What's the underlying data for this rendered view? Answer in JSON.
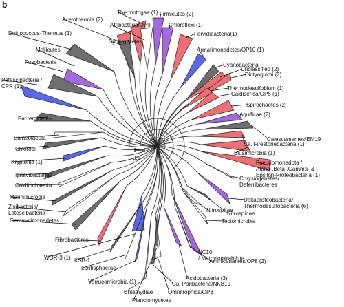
{
  "panel_label": "b",
  "scale_bar": "0.1",
  "colors": {
    "gray": "#6e6e6e",
    "red": "#ee6f74",
    "purple": "#a469df",
    "blue": "#5b68e6",
    "white": "#ffffff"
  },
  "clades": [
    {
      "label": "Thermotogae (1)",
      "color": "red"
    },
    {
      "label": "Firmicutes (2)",
      "color": "purple"
    },
    {
      "label": "Acetothermia (2)",
      "color": "red"
    },
    {
      "label": "Atribacteria/OP9",
      "color": "white"
    },
    {
      "label": "Chloroflexi (1)",
      "color": "purple"
    },
    {
      "label": "Deinococcus-Thermus (1)",
      "color": "gray"
    },
    {
      "label": "Synergistetes",
      "color": "gray"
    },
    {
      "label": "Fervidibacteria(1)",
      "color": "red"
    },
    {
      "label": "Mollicutes",
      "color": "purple"
    },
    {
      "label": "Armatimonadetes/OP10 (1)",
      "color": "blue"
    },
    {
      "label": "Fusobacteria",
      "color": "gray"
    },
    {
      "label": "Cyanobacteria",
      "color": "gray"
    },
    {
      "label": "Unclassified (2)",
      "color": "red"
    },
    {
      "label": "Dictyoglomi (2)",
      "color": "red"
    },
    {
      "label": "Patescibacteria /\nCPR (1)",
      "color": "blue"
    },
    {
      "label": "Thermodesulfobium (1)",
      "color": "red"
    },
    {
      "label": "Caldiserica/OP5 (1)",
      "color": "red"
    },
    {
      "label": "Spirochaetes (2)",
      "color": "red"
    },
    {
      "label": "Bacteroidetes",
      "color": "gray"
    },
    {
      "label": "Aquificae (2)",
      "color": "purple"
    },
    {
      "label": "Calescamantes/EM19",
      "color": "gray"
    },
    {
      "label": "Balneolaeota",
      "color": "white"
    },
    {
      "label": "Chlorobi",
      "color": "gray"
    },
    {
      "label": "Ca. Firestonebacteria (1)",
      "color": "red"
    },
    {
      "label": "Kryptonia (1)",
      "color": "blue"
    },
    {
      "label": "Elusimicrobia (1)",
      "color": "red"
    },
    {
      "label": "Pseudomonadota /\nAlpha-,Beta-,Gamma- &\nEpsilon-Proteobacteria (1)",
      "color": "red"
    },
    {
      "label": "Ignavibacteriae",
      "color": "gray"
    },
    {
      "label": "Calditrichaeota",
      "color": "white"
    },
    {
      "label": "Chrysiogenetes/\nDeferribacteres",
      "color": "white"
    },
    {
      "label": "Marinimicrobia",
      "color": "gray"
    },
    {
      "label": "Zixibacteria/\nLatescibacteria",
      "color": "white"
    },
    {
      "label": "Deltaproteobacteria/\nThermodesulfobacteria (6)",
      "color": "purple"
    },
    {
      "label": "Gemmatimonadetes",
      "color": "gray"
    },
    {
      "label": "Nitrospinae",
      "color": "gray"
    },
    {
      "label": "Nitrospirae",
      "color": "white"
    },
    {
      "label": "Tectomicrobia",
      "color": "white"
    },
    {
      "label": "Fibrobacteres",
      "color": "red"
    },
    {
      "label": "NC10\n/ Methylomirabilota",
      "color": "purple"
    },
    {
      "label": "WOR-3 (1)",
      "color": "blue"
    },
    {
      "label": "KSB-1",
      "color": "gray"
    },
    {
      "label": "Lentisphaerae",
      "color": "blue"
    },
    {
      "label": "Aminicenantes/OP8 (2)",
      "color": "red"
    },
    {
      "label": "Acidobacteria (3)",
      "color": "purple"
    },
    {
      "label": "Ca. Poribacteria/NKB19",
      "color": "gray"
    },
    {
      "label": "Verrucomicrobia (1)",
      "color": "blue"
    },
    {
      "label": "Omnitrophica/OP3",
      "color": "white"
    },
    {
      "label": "Chlamydiae",
      "color": "white"
    },
    {
      "label": "Planctomycetes",
      "color": "gray"
    }
  ]
}
